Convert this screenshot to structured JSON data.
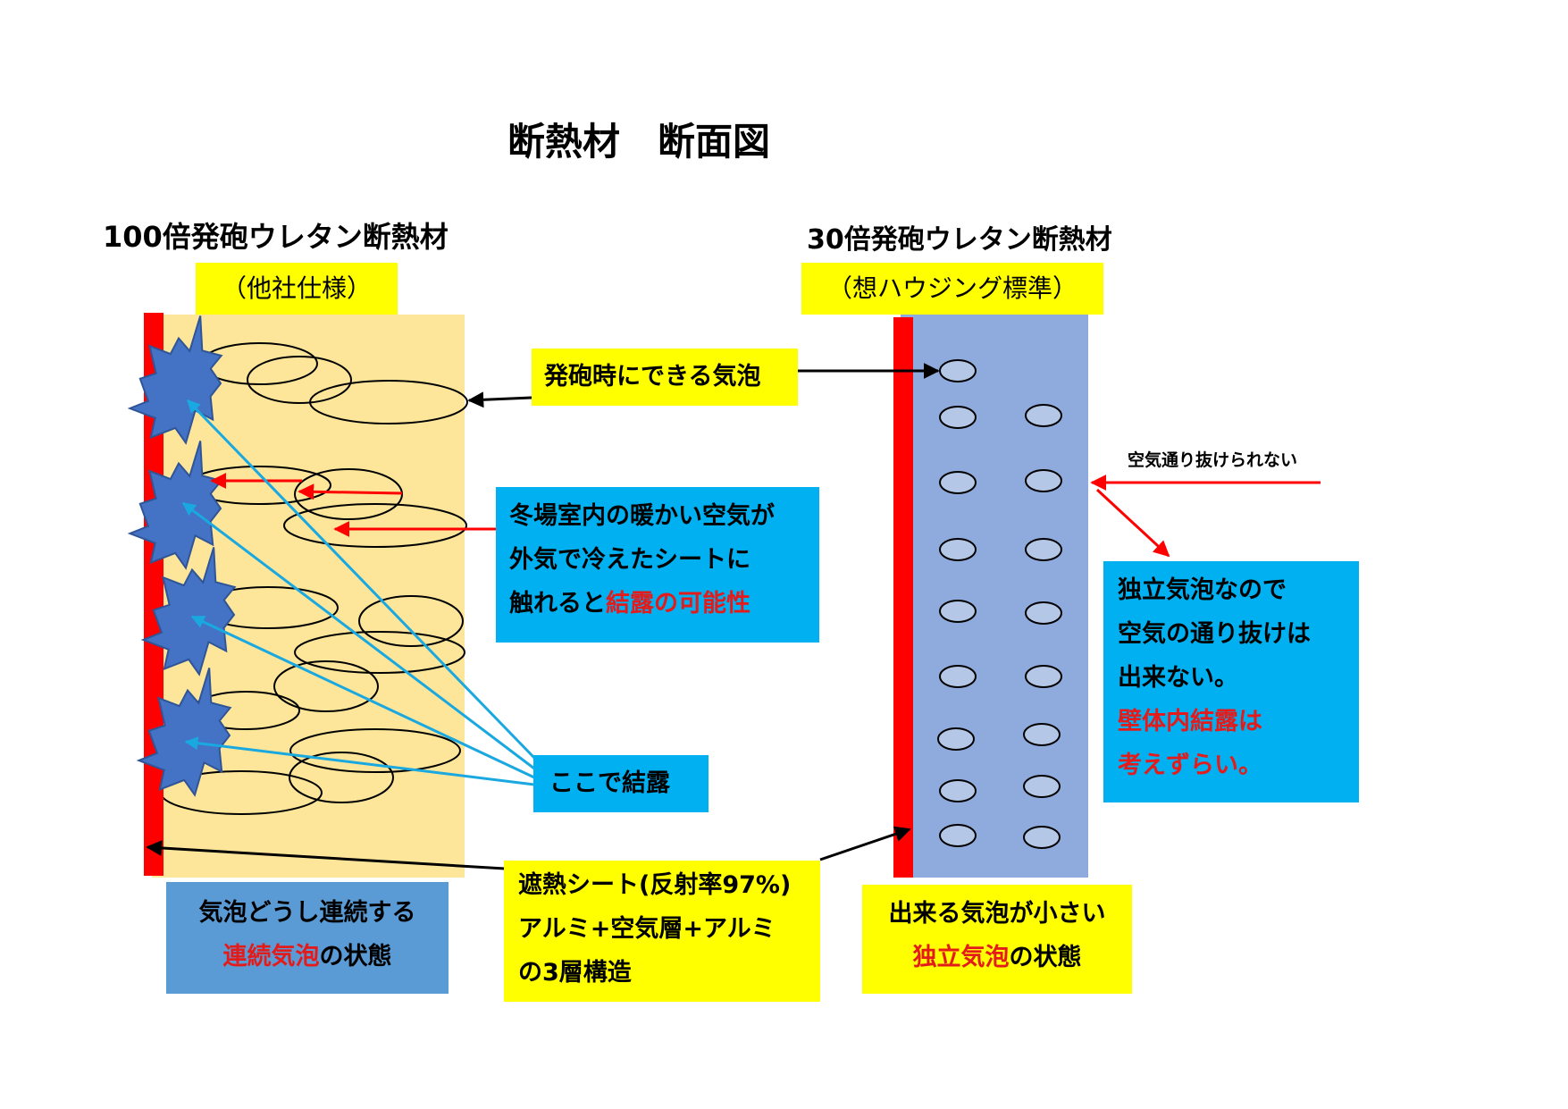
{
  "title": "断熱材　断面図",
  "left": {
    "heading": "100倍発砲ウレタン断熱材",
    "tag": "（他社仕様）",
    "note_line1": "気泡どうし連続する",
    "note_line2_red": "連続気泡",
    "note_line2_tail": "の状態"
  },
  "right": {
    "heading": "30倍発砲ウレタン断熱材",
    "tag": "（想ハウジング標準）",
    "note_line1": "出来る気泡が小さい",
    "note_line2_red": "独立気泡",
    "note_line2_tail": "の状態",
    "airflow_label": "空気通り抜けられない"
  },
  "callouts": {
    "bubbles": "発砲時にできる気泡",
    "warm_air": {
      "line1": "冬場室内の暖かい空気が",
      "line2": "外気で冷えたシートに",
      "line3_a": "触れると",
      "line3_red": "結露の可能性"
    },
    "condense": "ここで結露",
    "sheet": {
      "line1": "遮熱シート(反射率97%)",
      "line2": "アルミ+空気層+アルミ",
      "line3": "の3層構造"
    },
    "independent": {
      "line1": "独立気泡なので",
      "line2": "空気の通り抜けは",
      "line3": "出来ない。",
      "line4_red": "壁体内結露は",
      "line5_red": "考えずらい。"
    }
  },
  "colors": {
    "foam_left": "#fde59a",
    "foam_right": "#8faadc",
    "sheet": "#ff0000",
    "star": "#4472c4",
    "arrow_cyan": "#1aa8e0",
    "yellow_box": "#ffff00",
    "cyan_box": "#00b0f0",
    "steel_box": "#5b9bd5",
    "bubble_right": "#b4c7e7",
    "accent_red": "#e41b1b"
  }
}
